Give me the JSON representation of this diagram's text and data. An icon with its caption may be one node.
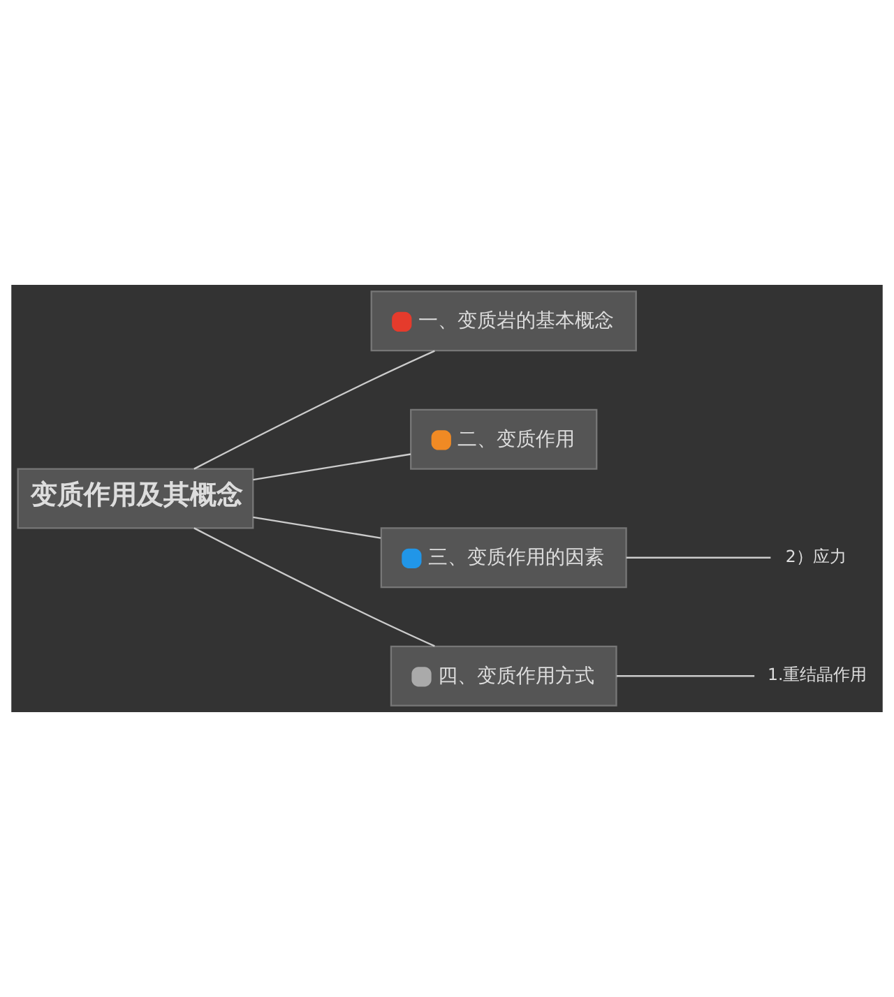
{
  "diagram": {
    "nodes": [
      {
        "text": [
          "变质作用及其概念"
        ]
      },
      {
        "text": [
          "一、变质岩的基本概念"
        ]
      },
      {
        "text": [
          "二、变质作用"
        ]
      },
      {
        "text": [
          "三、变质作用的因素"
        ]
      },
      {
        "text": [
          "四、变质作用方式"
        ]
      },
      {
        "text": [
          "2）应力"
        ]
      },
      {
        "text": [
          "1.重结晶作用"
        ]
      }
    ],
    "edges": [
      {
        "from": 0,
        "to": 1,
        "arrow": "none"
      },
      {
        "from": 0,
        "to": 2,
        "arrow": "none"
      },
      {
        "from": 0,
        "to": 3,
        "arrow": "none"
      },
      {
        "from": 0,
        "to": 4,
        "arrow": "none"
      },
      {
        "from": 3,
        "to": 5,
        "arrow": "none"
      },
      {
        "from": 4,
        "to": 6,
        "arrow": "none"
      }
    ]
  }
}
